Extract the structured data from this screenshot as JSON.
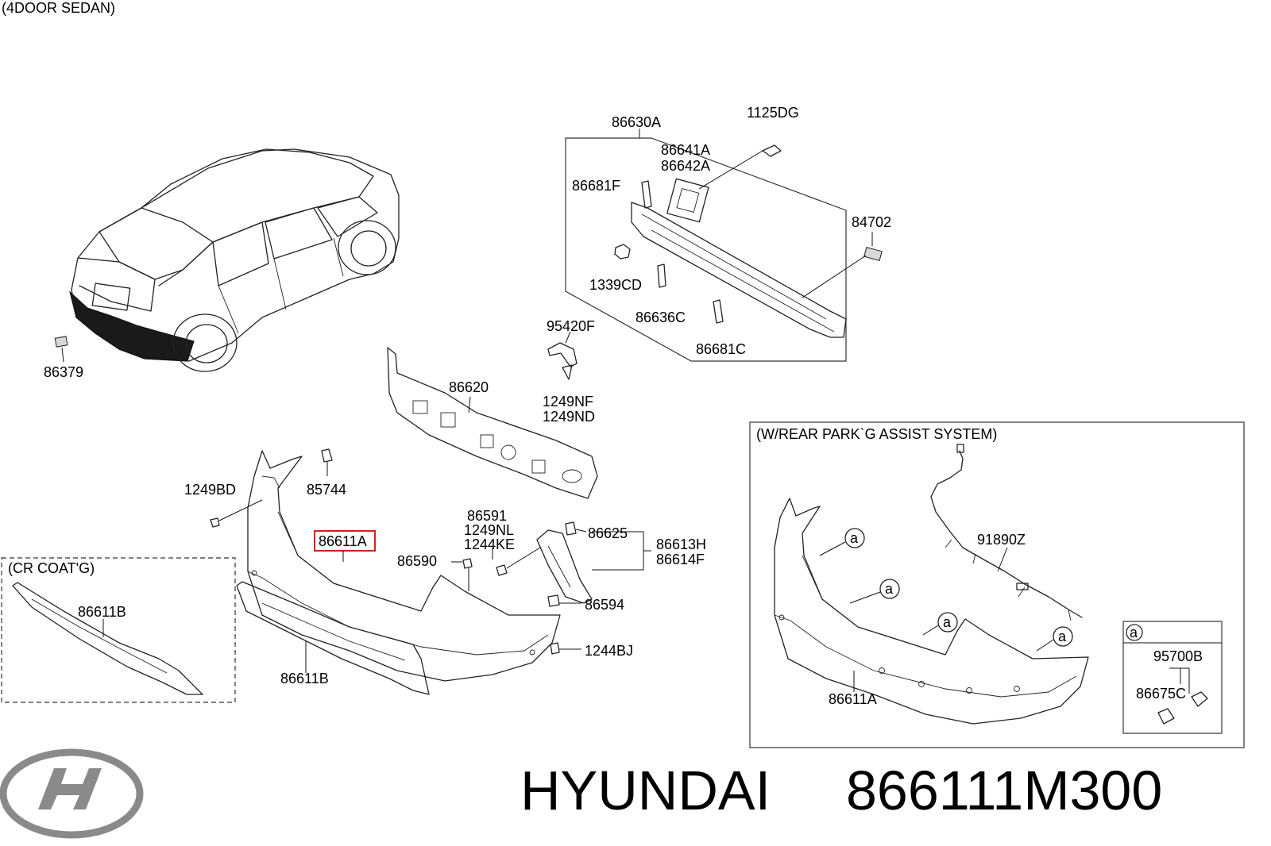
{
  "variant_label": "(4DOOR SEDAN)",
  "boxes": {
    "cr_coating": "(CR COAT'G)",
    "park_assist": "(W/REAR PARK`G ASSIST SYSTEM)",
    "park_assist_circle_ref": "a"
  },
  "labels": {
    "p86630A": "86630A",
    "p1125DG": "1125DG",
    "p86641A": "86641A",
    "p86642A": "86642A",
    "p86681F": "86681F",
    "p84702": "84702",
    "p1339CD": "1339CD",
    "p86636C": "86636C",
    "p86681C": "86681C",
    "p95420F": "95420F",
    "p86620": "86620",
    "p1249NF": "1249NF",
    "p1249ND": "1249ND",
    "p86379": "86379",
    "p1249BD": "1249BD",
    "p85744": "85744",
    "p86611A_main": "86611A",
    "p86591": "86591",
    "p1249NL": "1249NL",
    "p1244KE": "1244KE",
    "p86590": "86590",
    "p86625": "86625",
    "p86613H": "86613H",
    "p86614F": "86614F",
    "p86594": "86594",
    "p1244BJ": "1244BJ",
    "p86611B_cr": "86611B",
    "p86611B_main": "86611B",
    "p91890Z": "91890Z",
    "p86611A_pa": "86611A",
    "p95700B": "95700B",
    "p86675C": "86675C"
  },
  "footer": {
    "brand": "HYUNDAI",
    "part_number": "866111M300"
  },
  "colors": {
    "highlight": "#d81e1e",
    "line": "#222222",
    "logo": "#8a8a8a"
  }
}
